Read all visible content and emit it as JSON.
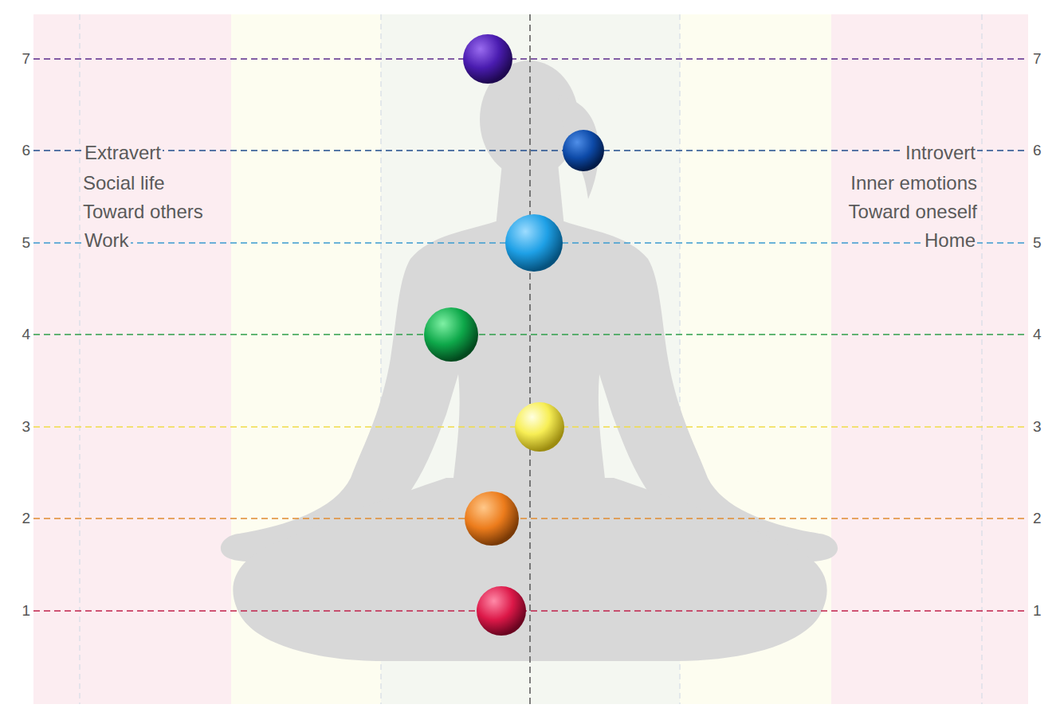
{
  "diagram": {
    "labels": [
      "7",
      "6",
      "5",
      "4",
      "3",
      "2",
      "1",
      "7",
      "6",
      "5",
      "4",
      "3",
      "2",
      "1",
      "Extravert",
      "Social life",
      "Toward others",
      "Work",
      "Introvert",
      "Inner emotions",
      "Toward oneself",
      "Home"
    ]
  }
}
